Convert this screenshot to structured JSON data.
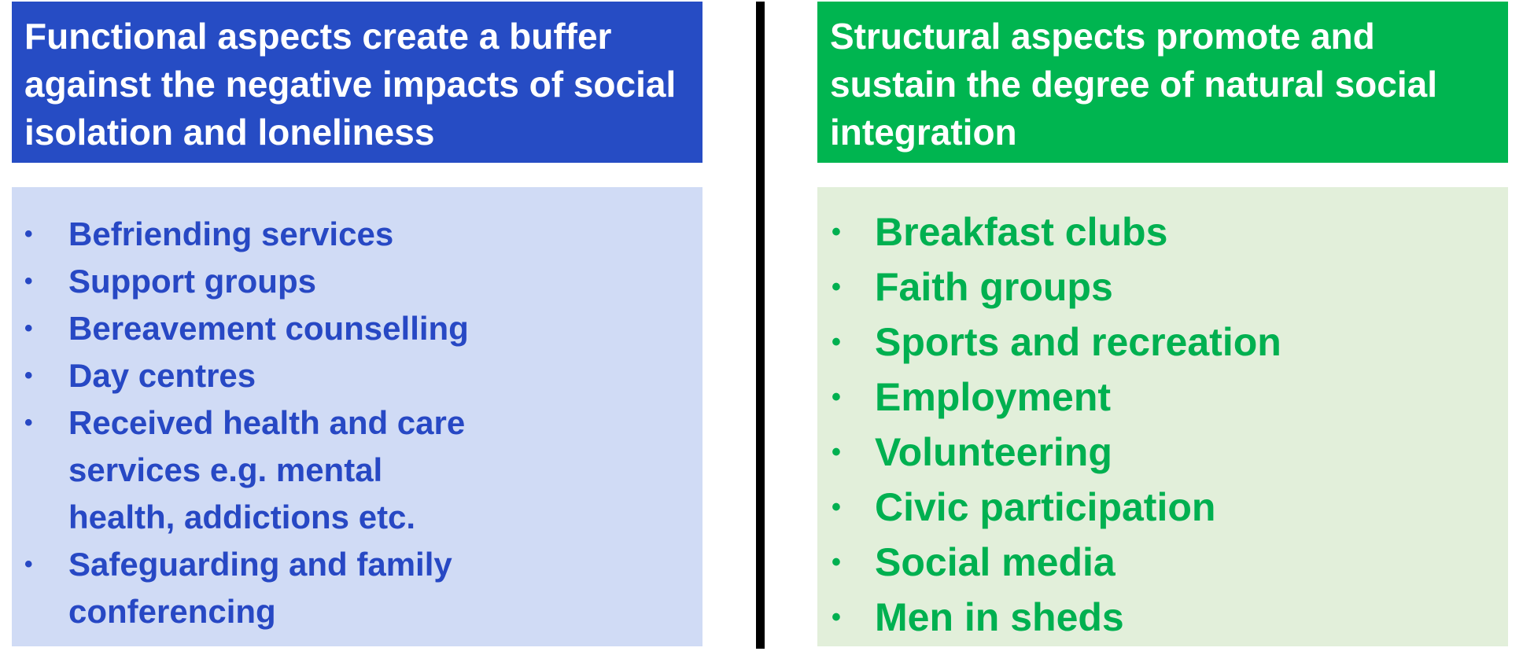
{
  "functional": {
    "title": "Functional aspects create a buffer against the negative impacts of social isolation and loneliness",
    "items": [
      "Befriending services",
      "Support groups",
      "Bereavement counselling",
      "Day centres",
      "Received health and care services e.g. mental health, addictions etc.",
      "Safeguarding and family conferencing"
    ]
  },
  "structural": {
    "title": "Structural aspects promote and sustain the degree of natural social integration",
    "items": [
      "Breakfast clubs",
      "Faith groups",
      "Sports and recreation",
      "Employment",
      "Volunteering",
      "Civic participation",
      "Social media",
      "Men in sheds"
    ]
  },
  "bullet": "•",
  "colors": {
    "blue": "#264CC4",
    "green": "#00B550",
    "light_blue": "#D0DBF5",
    "light_green": "#E2EFDA"
  }
}
